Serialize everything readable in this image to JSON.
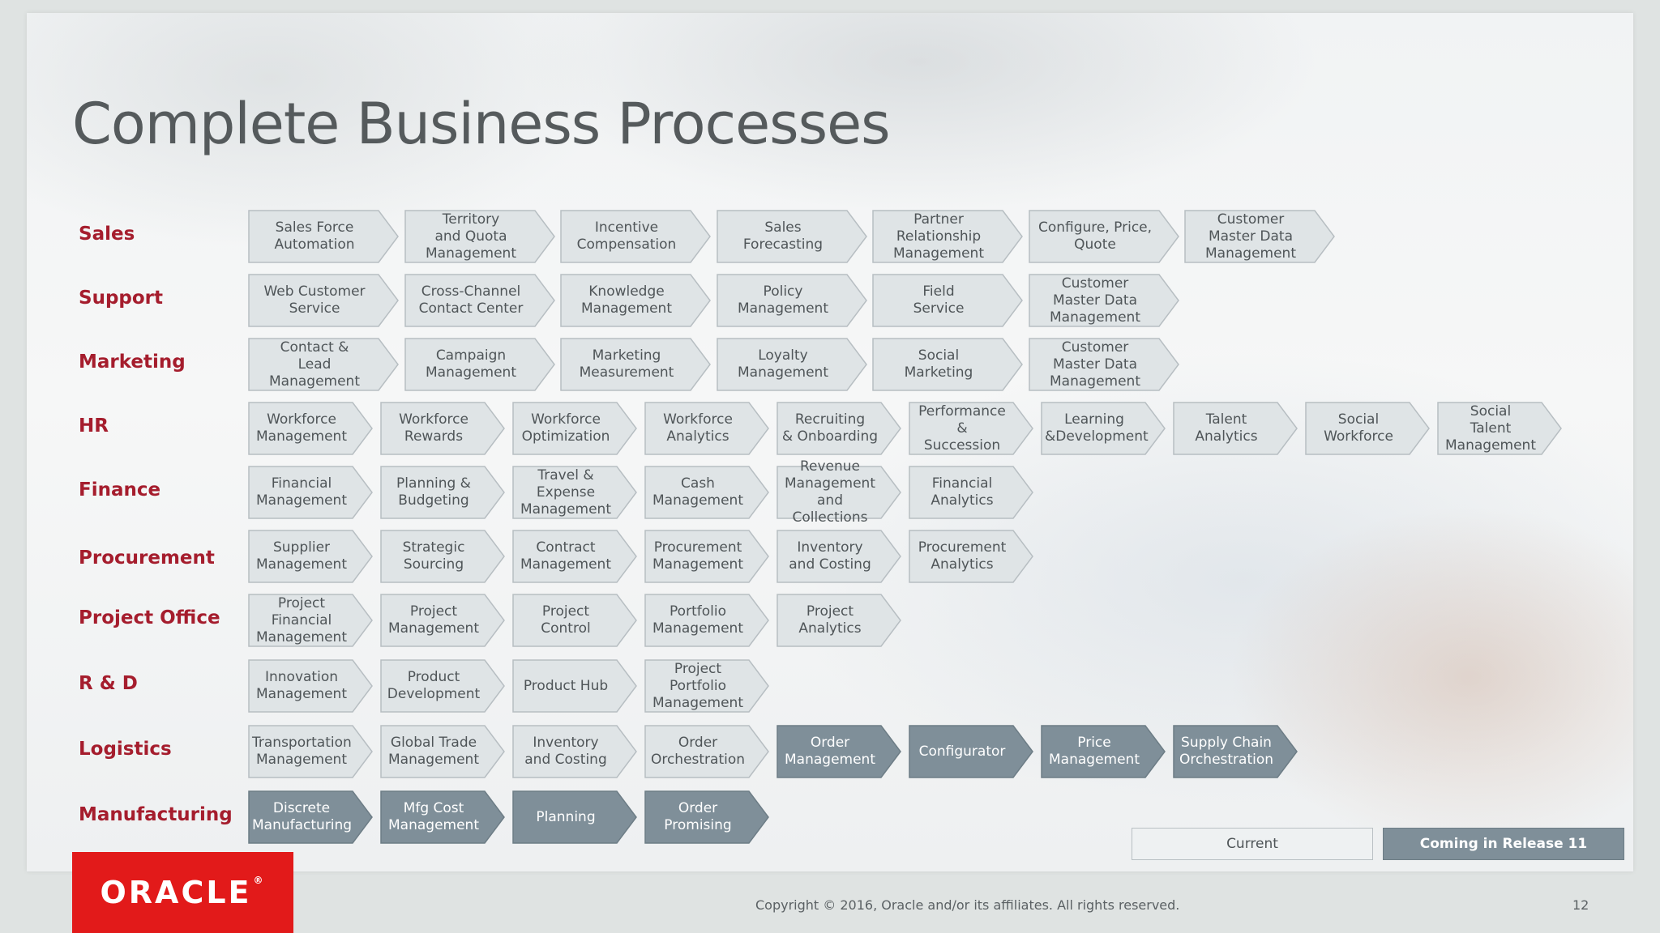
{
  "title": "Complete Business Processes",
  "colors": {
    "current": "#dfe4e6",
    "coming": "#7f8f99",
    "label": "#a51d2d",
    "oracle_red": "#e21a1a"
  },
  "rows": [
    {
      "label": "Sales",
      "items": [
        {
          "text": "Sales Force\nAutomation",
          "status": "current"
        },
        {
          "text": "Territory\nand Quota\nManagement",
          "status": "current"
        },
        {
          "text": "Incentive\nCompensation",
          "status": "current"
        },
        {
          "text": "Sales\nForecasting",
          "status": "current"
        },
        {
          "text": "Partner Relationship\nManagement",
          "status": "current"
        },
        {
          "text": "Configure, Price,\nQuote",
          "status": "current"
        },
        {
          "text": "Customer\nMaster Data\nManagement",
          "status": "current"
        }
      ]
    },
    {
      "label": "Support",
      "items": [
        {
          "text": "Web Customer\nService",
          "status": "current"
        },
        {
          "text": "Cross-Channel\nContact Center",
          "status": "current"
        },
        {
          "text": "Knowledge\nManagement",
          "status": "current"
        },
        {
          "text": "Policy\nManagement",
          "status": "current"
        },
        {
          "text": "Field\nService",
          "status": "current"
        },
        {
          "text": "Customer\nMaster Data\nManagement",
          "status": "current"
        }
      ]
    },
    {
      "label": "Marketing",
      "items": [
        {
          "text": "Contact &\nLead Management",
          "status": "current"
        },
        {
          "text": "Campaign\nManagement",
          "status": "current"
        },
        {
          "text": "Marketing\nMeasurement",
          "status": "current"
        },
        {
          "text": "Loyalty\nManagement",
          "status": "current"
        },
        {
          "text": "Social\nMarketing",
          "status": "current"
        },
        {
          "text": "Customer\nMaster Data\nManagement",
          "status": "current"
        }
      ]
    },
    {
      "label": "HR",
      "items": [
        {
          "text": "Workforce\nManagement",
          "status": "current"
        },
        {
          "text": "Workforce\nRewards",
          "status": "current"
        },
        {
          "text": "Workforce\nOptimization",
          "status": "current"
        },
        {
          "text": "Workforce\nAnalytics",
          "status": "current"
        },
        {
          "text": "Recruiting\n& Onboarding",
          "status": "current"
        },
        {
          "text": "Performance &\nSuccession",
          "status": "current"
        },
        {
          "text": "Learning\n&Development",
          "status": "current"
        },
        {
          "text": "Talent\nAnalytics",
          "status": "current"
        },
        {
          "text": "Social\nWorkforce",
          "status": "current"
        },
        {
          "text": "Social\nTalent\nManagement",
          "status": "current"
        }
      ]
    },
    {
      "label": "Finance",
      "items": [
        {
          "text": "Financial\nManagement",
          "status": "current"
        },
        {
          "text": "Planning &\nBudgeting",
          "status": "current"
        },
        {
          "text": "Travel & Expense\nManagement",
          "status": "current"
        },
        {
          "text": "Cash\nManagement",
          "status": "current"
        },
        {
          "text": "Revenue\nManagement\nand Collections",
          "status": "current"
        },
        {
          "text": "Financial\nAnalytics",
          "status": "current"
        }
      ]
    },
    {
      "label": "Procurement",
      "items": [
        {
          "text": "Supplier\nManagement",
          "status": "current"
        },
        {
          "text": "Strategic\nSourcing",
          "status": "current"
        },
        {
          "text": "Contract\nManagement",
          "status": "current"
        },
        {
          "text": "Procurement\nManagement",
          "status": "current"
        },
        {
          "text": "Inventory\nand Costing",
          "status": "current"
        },
        {
          "text": "Procurement\nAnalytics",
          "status": "current"
        }
      ]
    },
    {
      "label": "Project Office",
      "items": [
        {
          "text": "Project Financial\nManagement",
          "status": "current"
        },
        {
          "text": "Project\nManagement",
          "status": "current"
        },
        {
          "text": "Project\nControl",
          "status": "current"
        },
        {
          "text": "Portfolio\nManagement",
          "status": "current"
        },
        {
          "text": "Project\nAnalytics",
          "status": "current"
        }
      ]
    },
    {
      "label": "R & D",
      "items": [
        {
          "text": "Innovation\nManagement",
          "status": "current"
        },
        {
          "text": "Product\nDevelopment",
          "status": "current"
        },
        {
          "text": "Product Hub",
          "status": "current"
        },
        {
          "text": "Project Portfolio\nManagement",
          "status": "current"
        }
      ]
    },
    {
      "label": "Logistics",
      "items": [
        {
          "text": "Transportation\nManagement",
          "status": "current"
        },
        {
          "text": "Global Trade\nManagement",
          "status": "current"
        },
        {
          "text": "Inventory\nand Costing",
          "status": "current"
        },
        {
          "text": "Order\nOrchestration",
          "status": "current"
        },
        {
          "text": "Order\nManagement",
          "status": "coming"
        },
        {
          "text": "Configurator",
          "status": "coming"
        },
        {
          "text": "Price\nManagement",
          "status": "coming"
        },
        {
          "text": "Supply Chain\nOrchestration",
          "status": "coming"
        }
      ]
    },
    {
      "label": "Manufacturing",
      "items": [
        {
          "text": "Discrete\nManufacturing",
          "status": "coming"
        },
        {
          "text": "Mfg Cost\nManagement",
          "status": "coming"
        },
        {
          "text": "Planning",
          "status": "coming"
        },
        {
          "text": "Order Promising",
          "status": "coming"
        }
      ]
    }
  ],
  "legend": {
    "current": "Current",
    "coming": "Coming in Release 11"
  },
  "footer": {
    "logo": "ORACLE",
    "copyright": "Copyright © 2016, Oracle and/or its affiliates. All rights reserved.",
    "page": "12"
  }
}
